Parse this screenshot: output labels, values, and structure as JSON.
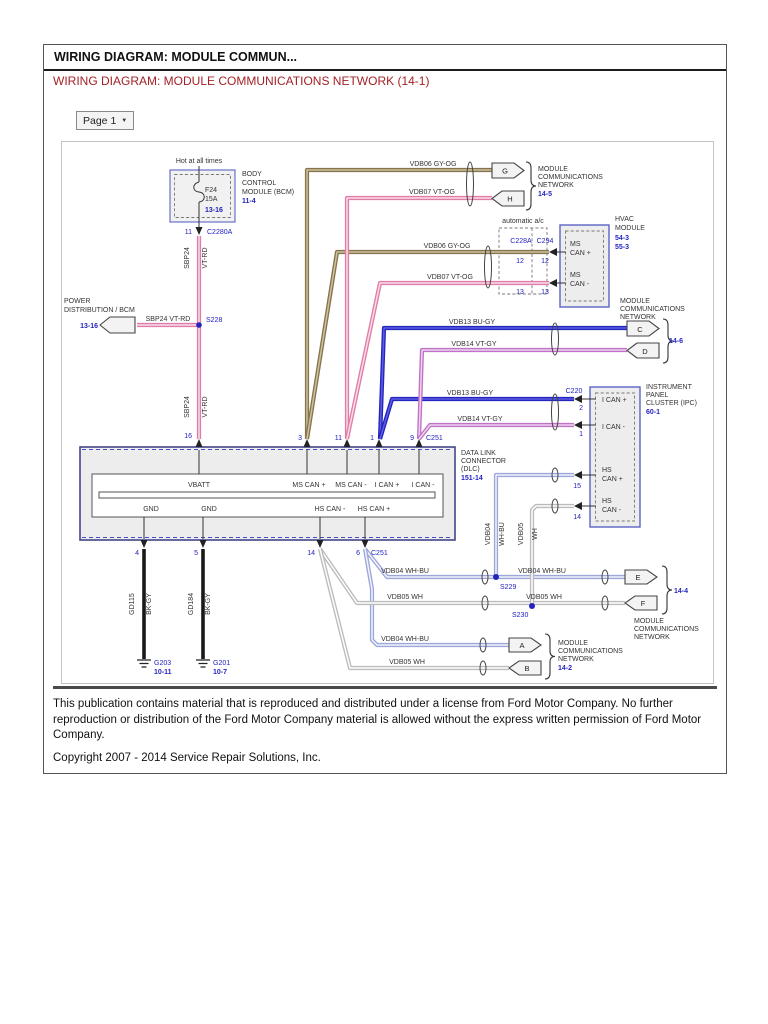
{
  "header": {
    "window_title": "WIRING DIAGRAM: MODULE COMMUN...",
    "heading": "WIRING DIAGRAM: MODULE COMMUNICATIONS NETWORK (14-1)",
    "page_label": "Page 1",
    "page_arrow": "▼"
  },
  "colors": {
    "link": "#2323c1",
    "heading_red": "#a32126",
    "tan": "#86754c",
    "tan_core": "#cdc2a0",
    "pink": "#e07da6",
    "pink_core": "#fbdce9",
    "blue": "#2424be",
    "blue_core": "#5d5de0",
    "violet": "#bf72c6",
    "violet_core": "#eed3f0",
    "lav": "#9da6da",
    "lav_core": "#f2f3fb",
    "white_wire": "#bbbbbb",
    "white_core": "#ffffff",
    "black_wire": "#191919",
    "module_border": "#5b63c5",
    "dlc_border": "#45458c"
  },
  "diagram": {
    "hot": "Hot at all times",
    "fuse": {
      "name": "F24",
      "rating": "15A",
      "ref": "13-16"
    },
    "bcm": {
      "l1": "BODY",
      "l2": "CONTROL",
      "l3": "MODULE (BCM)",
      "ref": "11-4"
    },
    "c2280a": {
      "pin": "11",
      "name": "C2280A"
    },
    "power": {
      "l1": "POWER",
      "l2": "DISTRIBUTION / BCM",
      "ref": "13-16",
      "label": "SBP24 VT-RD"
    },
    "s228": "S228",
    "s229": "S229",
    "s230": "S230",
    "sbp24": "SBP24",
    "vt_rd": "VT-RD",
    "vdb06": "VDB06 GY-OG",
    "vdb07": "VDB07 VT-OG",
    "vdb13": "VDB13 BU-GY",
    "vdb14": "VDB14 VT-GY",
    "vdb04": "VDB04 WH-BU",
    "vdb05": "VDB05 WH",
    "vdb04_v": "VDB04",
    "wh_bu": "WH-BU",
    "vdb05_v": "VDB05",
    "wh": "WH",
    "net": {
      "l1": "MODULE",
      "l2": "COMMUNICATIONS",
      "l3": "NETWORK"
    },
    "net_gh_ref": "14-5",
    "net_cd_ref": "14-6",
    "net_ef_ref": "14-4",
    "net_ab_ref": "14-2",
    "conn": {
      "g": "G",
      "h": "H",
      "c": "C",
      "d": "D",
      "e": "E",
      "f": "F",
      "a": "A",
      "b": "B"
    },
    "aac": {
      "label": "automatic a/c",
      "c228a": "C228A",
      "c294": "C294",
      "pin12": "12",
      "pin13": "13"
    },
    "hvac": {
      "l1": "HVAC",
      "l2": "MODULE",
      "ref1": "54-3",
      "ref2": "55-3",
      "ms": "MS",
      "can_p": "CAN +",
      "can_m": "CAN -"
    },
    "ipc": {
      "l1": "INSTRUMENT",
      "l2": "PANEL",
      "l3": "CLUSTER (IPC)",
      "ref": "60-1",
      "c220": "C220",
      "pin2": "2",
      "pin1": "1",
      "pin15": "15",
      "pin14": "14",
      "ican_p": "I CAN +",
      "ican_m": "I CAN -",
      "hs": "HS",
      "can_p": "CAN +",
      "can_m": "CAN -"
    },
    "dlc": {
      "l1": "DATA LINK",
      "l2": "CONNECTOR",
      "l3": "(DLC)",
      "ref": "151-14",
      "vbatt": "VBATT",
      "ms_can_p": "MS CAN +",
      "ms_can_m": "MS CAN -",
      "ican_p": "I CAN +",
      "ican_m": "I CAN -",
      "gnd": "GND",
      "hs_can_m": "HS CAN -",
      "hs_can_p": "HS CAN +",
      "p16": "16",
      "p3": "3",
      "p11": "11",
      "p1": "1",
      "p9": "9",
      "c251": "C251",
      "p4": "4",
      "p5": "5",
      "p14": "14",
      "p6": "6"
    },
    "gnd": {
      "gd115": "GD115",
      "gd184": "GD184",
      "bk_gy": "BK-GY",
      "g203": "G203",
      "g203_ref": "10-11",
      "g201": "G201",
      "g201_ref": "10-7"
    }
  },
  "footer": {
    "license": "This publication contains material that is reproduced and distributed under a license from Ford Motor Company. No further reproduction or distribution of the Ford Motor Company material is allowed without the express written permission of Ford Motor Company.",
    "copyright": "Copyright 2007 - 2014 Service Repair Solutions, Inc."
  }
}
